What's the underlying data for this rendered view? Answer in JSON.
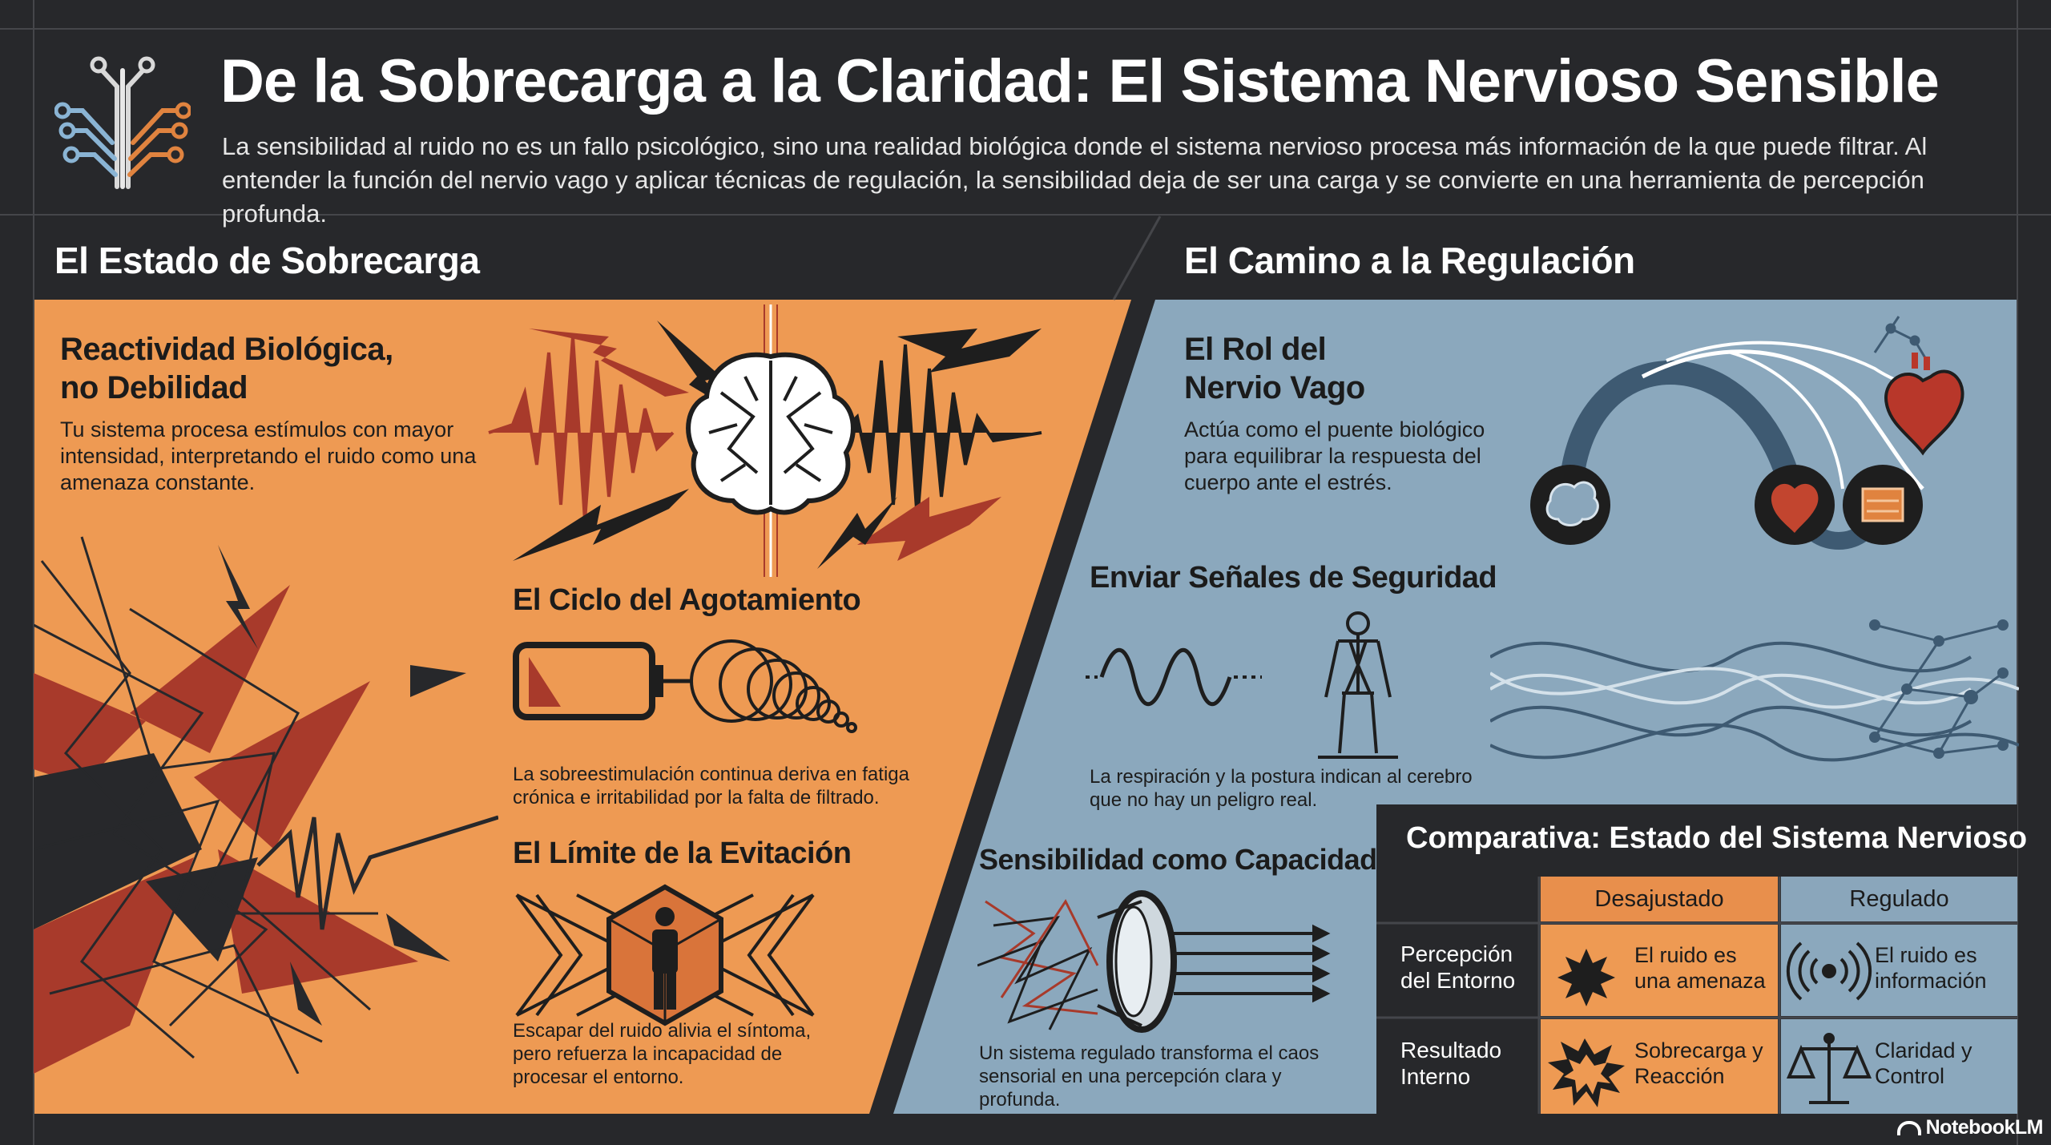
{
  "header": {
    "title": "De la Sobrecarga a la Claridad: El Sistema Nervioso Sensible",
    "subtitle": "La sensibilidad al ruido no es un fallo psicológico, sino una realidad biológica donde el sistema nervioso procesa más información de la que puede filtrar. Al entender la función del nervio vago y aplicar técnicas de regulación, la sensibilidad deja de ser una carga y se convierte en una herramienta de percepción profunda."
  },
  "left": {
    "section_title": "El Estado de Sobrecarga",
    "block1": {
      "title": "Reactividad Biológica, no Debilidad",
      "title_line1": "Reactividad Biológica,",
      "title_line2": "no Debilidad",
      "text": "Tu sistema procesa estímulos con mayor intensidad, interpretando el ruido como una amenaza constante."
    },
    "block2": {
      "title": "El Ciclo del Agotamiento",
      "text": "La sobreestimulación continua deriva en fatiga crónica e irritabilidad por la falta de filtrado."
    },
    "block3": {
      "title": "El Límite de la Evitación",
      "text": "Escapar del ruido alivia el síntoma, pero refuerza la incapacidad de procesar el entorno."
    }
  },
  "right": {
    "section_title": "El Camino a la Regulación",
    "block1": {
      "title_line1": "El Rol del",
      "title_line2": "Nervio Vago",
      "text": "Actúa como el puente biológico para equilibrar la respuesta del cuerpo ante el estrés."
    },
    "block2": {
      "title": "Enviar Señales de Seguridad",
      "text": "La respiración y la postura indican al cerebro que no hay un peligro real."
    },
    "block3": {
      "title": "Sensibilidad como Capacidad",
      "text": "Un sistema regulado transforma el caos sensorial en una percepción clara y profunda."
    }
  },
  "table": {
    "title": "Comparativa: Estado del Sistema Nervioso",
    "columns": [
      "Desajustado",
      "Regulado"
    ],
    "rows": [
      {
        "label": "Percepción del Entorno",
        "desajustado": "El ruido es una amenaza",
        "regulado": "El ruido es información"
      },
      {
        "label": "Resultado Interno",
        "desajustado": "Sobrecarga y Reacción",
        "regulado": "Claridad y Control"
      }
    ]
  },
  "colors": {
    "orange": "#ee9a53",
    "blue": "#8ba8bd",
    "dark": "#27282b",
    "red": "#a83a2b",
    "table_orange": "#e88f4c",
    "table_blue": "#8aa6bb"
  },
  "icons": [
    "neural-tree-icon",
    "brain-icon",
    "heart-icon",
    "gut-icon",
    "battery-low-icon",
    "human-figure-icon",
    "lens-icon",
    "starburst-icon",
    "signal-icon",
    "explosion-icon",
    "scale-icon"
  ],
  "brand": "NotebookLM"
}
